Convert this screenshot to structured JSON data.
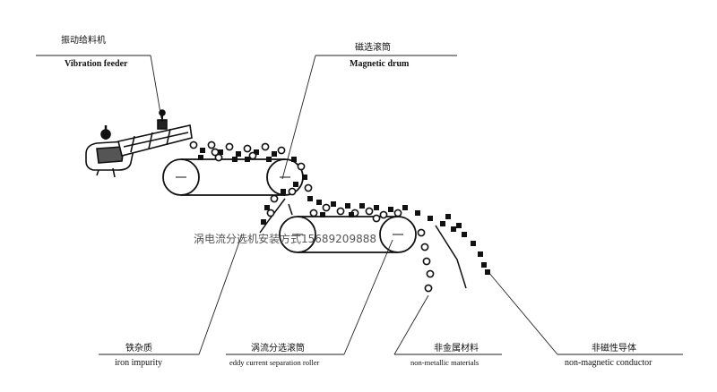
{
  "labels": {
    "vibration_feeder_zh": "振动给料机",
    "vibration_feeder_en": "Vibration feeder",
    "magnetic_drum_zh": "磁选滚筒",
    "magnetic_drum_en": "Magnetic drum",
    "iron_impurity_zh": "铁杂质",
    "iron_impurity_en": "iron impurity",
    "eddy_roller_zh": "涡流分选滚筒",
    "eddy_roller_en": "eddy current separation roller",
    "non_metallic_zh": "非金属材料",
    "non_metallic_en": "non-metallic materials",
    "non_magnetic_zh": "非磁性导体",
    "non_magnetic_en": "non-magnetic conductor"
  },
  "watermark": "涡电流分选机安装方式15689209888"
}
